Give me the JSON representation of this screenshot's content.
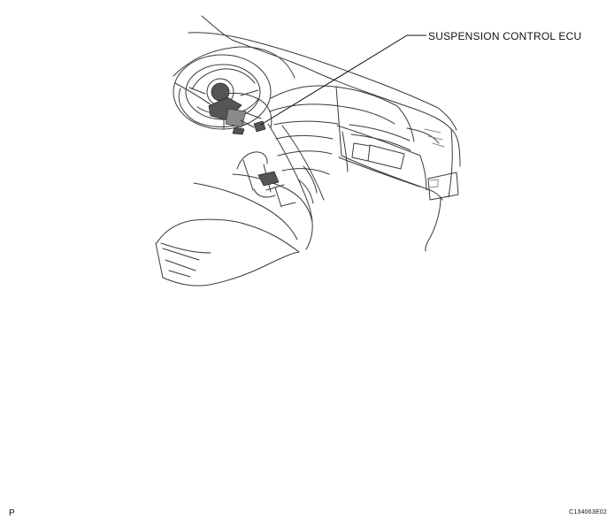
{
  "diagram": {
    "callout_label": "SUSPENSION CONTROL ECU",
    "page_marker": "P",
    "figure_code": "C134063E02"
  },
  "colors": {
    "line": "#3a3a3a",
    "leader": "#111111",
    "background": "#ffffff"
  },
  "icons": {
    "ecu_marker": "suspension-control-ecu-icon"
  }
}
